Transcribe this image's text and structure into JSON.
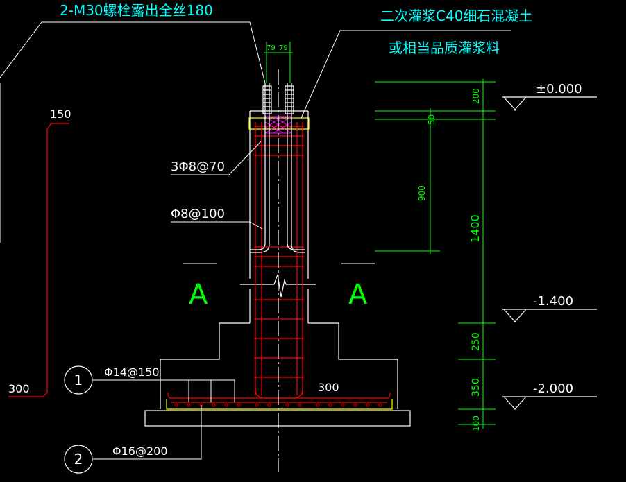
{
  "colors": {
    "background": "#000000",
    "white": "#ffffff",
    "yellow": "#ffff00",
    "red": "#ff0000",
    "green": "#00ff00",
    "cyan": "#00ffff",
    "magenta": "#ff00ff",
    "blue": "#3aa0ff"
  },
  "notes": {
    "bolt": "2-M30螺栓露出全丝180",
    "grout_line1": "二次灌浆C40细石混凝土",
    "grout_line2": "或相当品质灌浆料"
  },
  "dimensions": {
    "bolt_spacing_left": "79",
    "bolt_spacing_right": "79",
    "left_150": "150",
    "left_300": "300",
    "right_300": "300",
    "d200": "200",
    "d50": "50",
    "d900": "900",
    "d1400": "1400",
    "d250": "250",
    "d350": "350",
    "d100": "100"
  },
  "rebar": {
    "stirrup_top": "3Φ8@70",
    "stirrup": "Φ8@100",
    "bar1": "Φ14@150",
    "bar2": "Φ16@200"
  },
  "markers": {
    "m1": "1",
    "m2": "2"
  },
  "section": {
    "left": "A",
    "right": "A"
  },
  "elevations": {
    "e1": "±0.000",
    "e2": "-1.400",
    "e3": "-2.000"
  }
}
